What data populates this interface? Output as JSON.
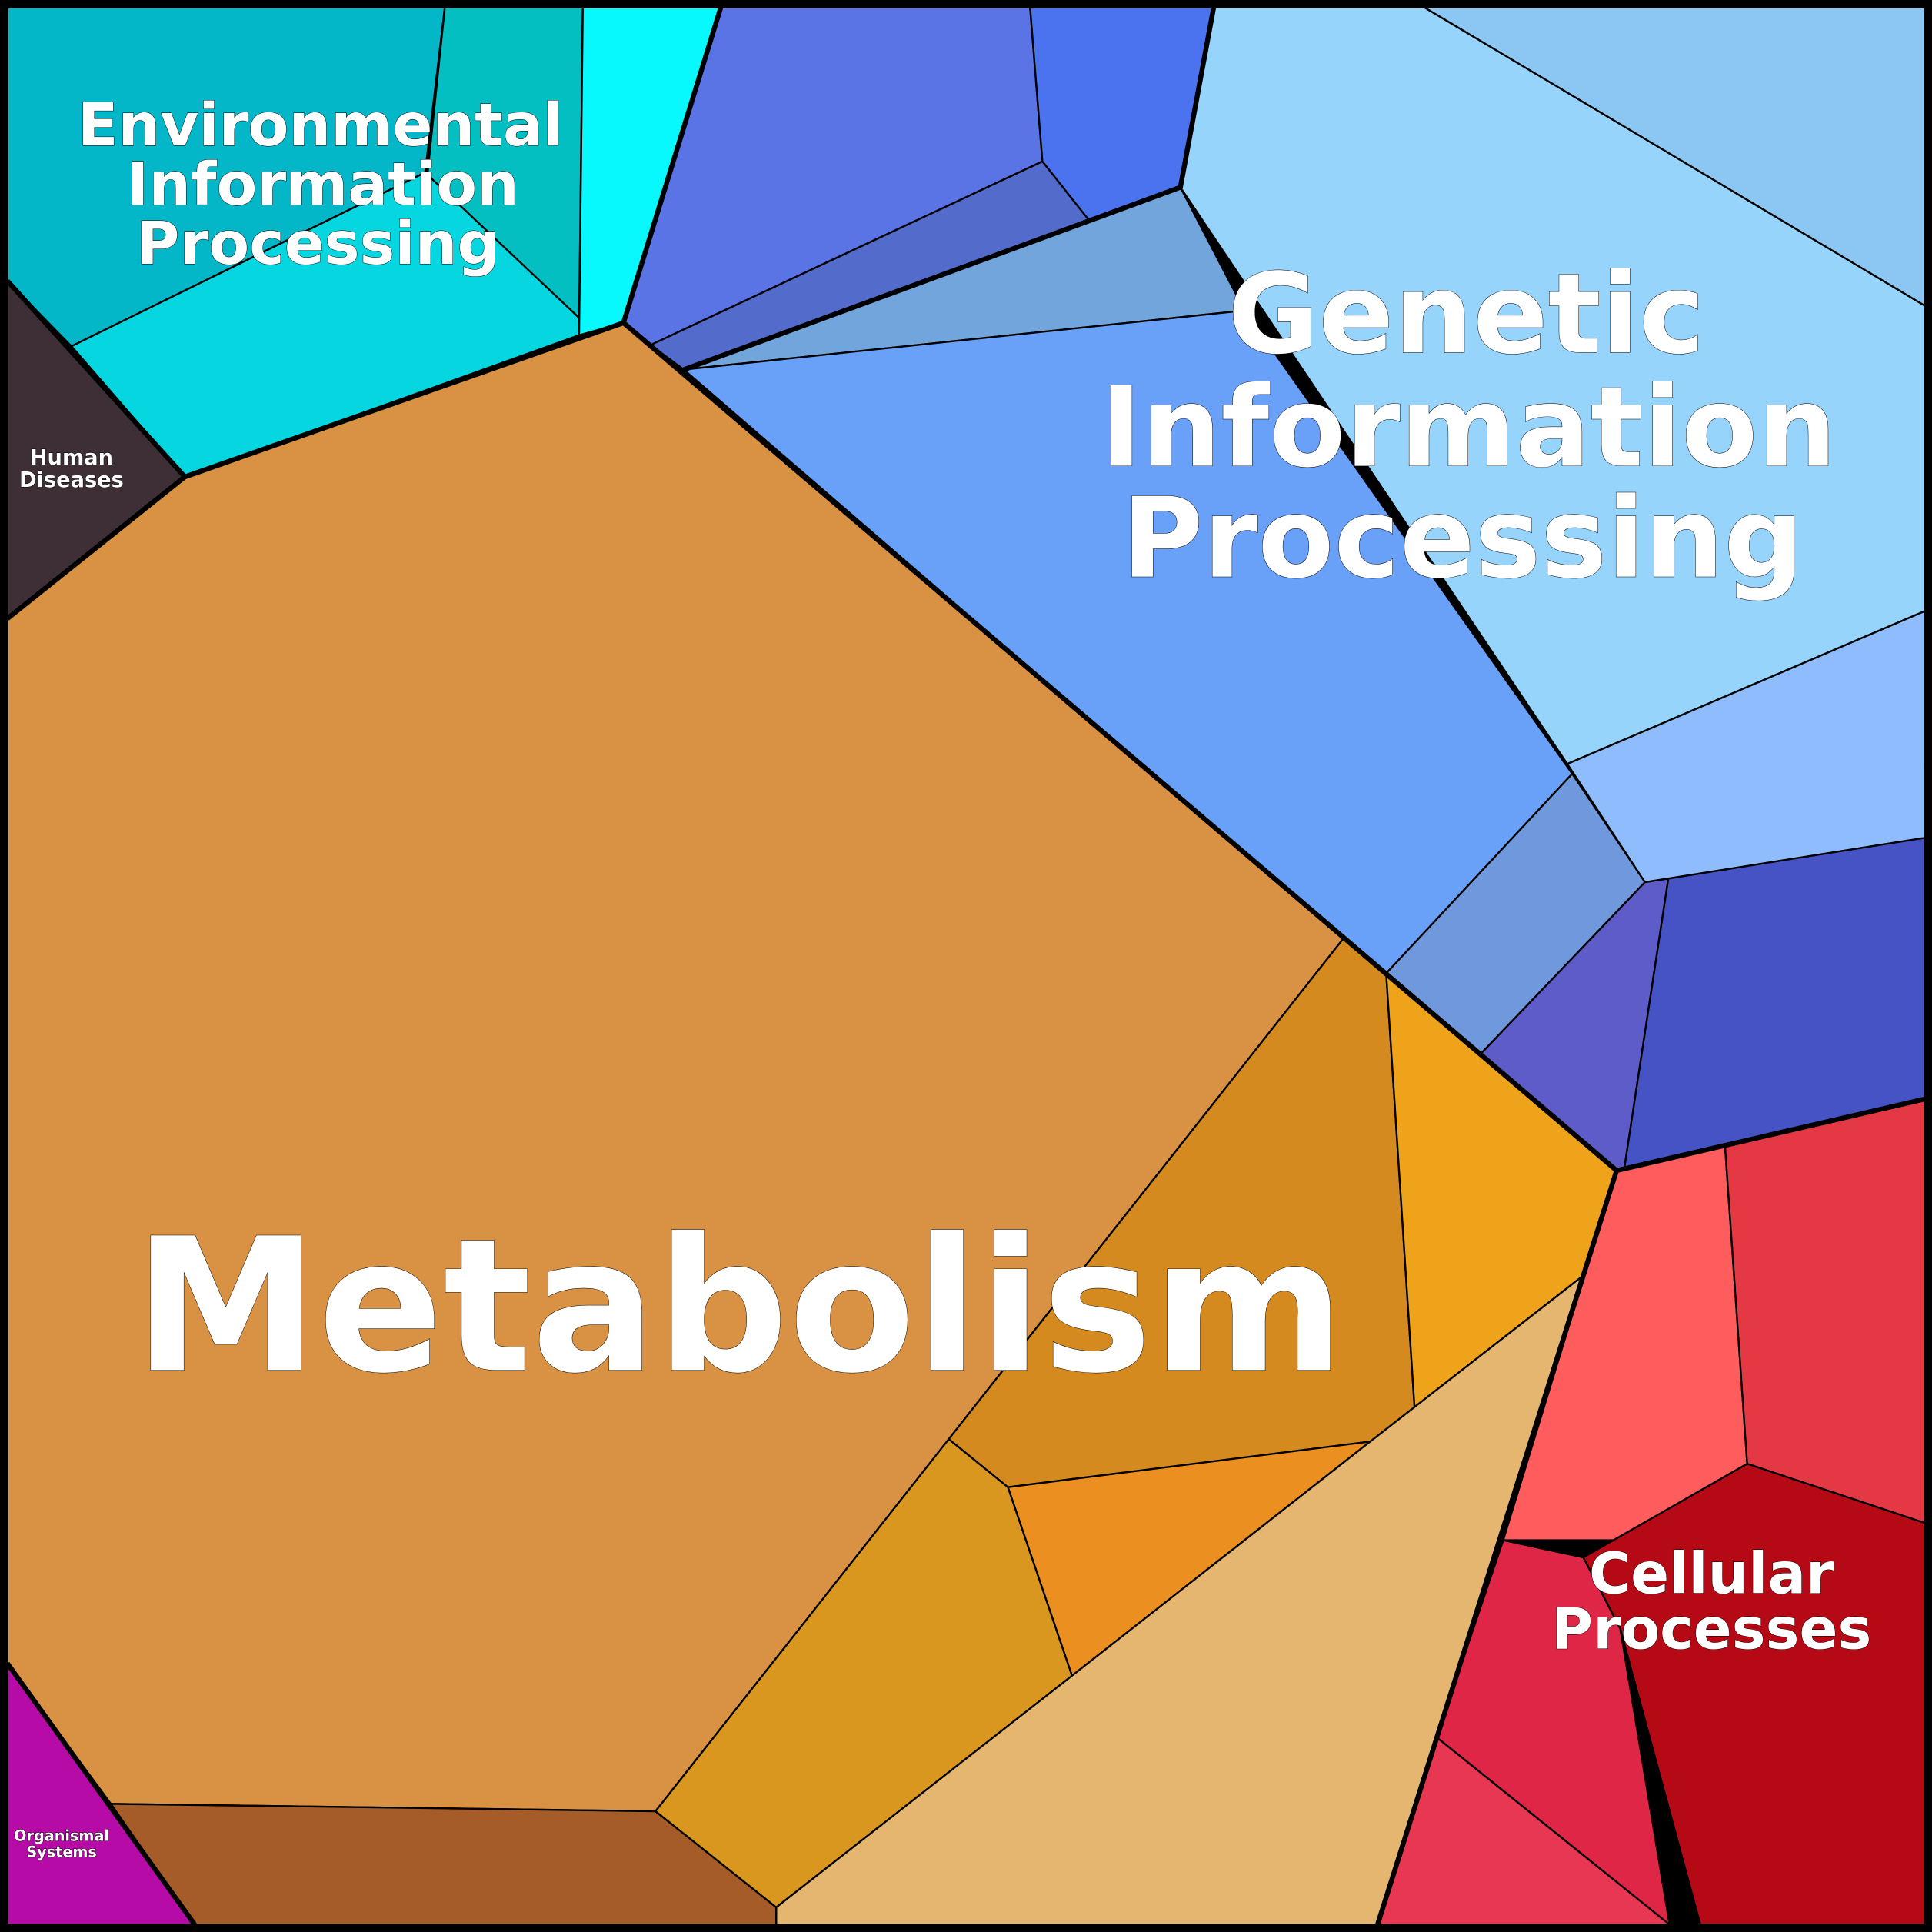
{
  "title": "KEGG pathway Voronoi treemap",
  "categories": [
    {
      "name": "Metabolism",
      "label": "Metabolism",
      "color": "#D99243"
    },
    {
      "name": "Genetic Information Processing",
      "label_lines": [
        "Genetic",
        "Information",
        "Processing"
      ],
      "color": "#97D4FC"
    },
    {
      "name": "Environmental Information Processing",
      "label_lines": [
        "Environmental",
        "Information",
        "Processing"
      ],
      "color": "#05D6E0"
    },
    {
      "name": "Cellular Processes",
      "label_lines": [
        "Cellular",
        "Processes"
      ],
      "color": "#E23745"
    },
    {
      "name": "Human Diseases",
      "label_lines": [
        "Human",
        "Diseases"
      ],
      "color": "#3E2E36"
    },
    {
      "name": "Organismal Systems",
      "label_lines": [
        "Organismal",
        "Systems"
      ],
      "color": "#B70BA8"
    }
  ],
  "labels": {
    "metabolism": "Metabolism",
    "genetic_1": "Genetic",
    "genetic_2": "Information",
    "genetic_3": "Processing",
    "env_1": "Environmental",
    "env_2": "Information",
    "env_3": "Processing",
    "cell_1": "Cellular",
    "cell_2": "Processes",
    "human_1": "Human",
    "human_2": "Diseases",
    "org_1": "Organismal",
    "org_2": "Systems"
  }
}
